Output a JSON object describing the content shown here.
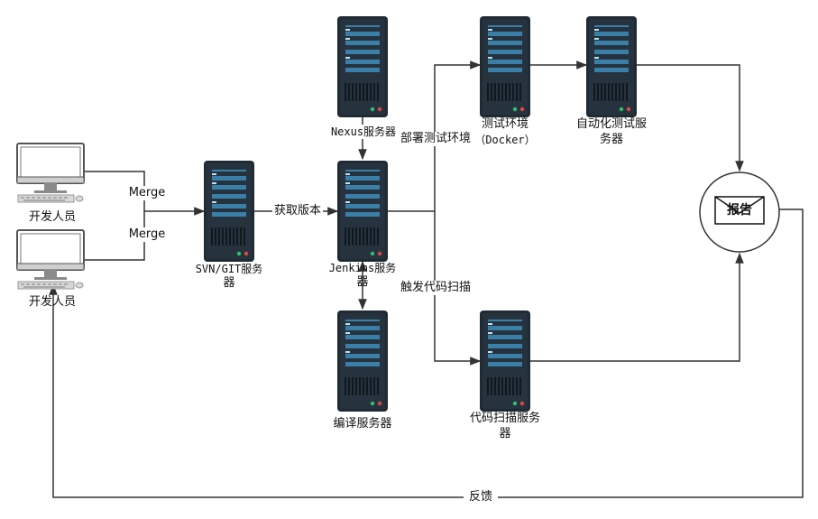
{
  "nodes": {
    "dev_top_label": "开发人员",
    "dev_bottom_label": "开发人员",
    "svn_label_line1": "SVN/GIT服务",
    "svn_label_line2": "器",
    "nexus_label": "Nexus服务器",
    "jenkins_label_line1": "Jenkins服务",
    "jenkins_label_line2": "器",
    "compile_label": "编译服务器",
    "test_env_label_line1": "测试环境",
    "test_env_label_line2": "（Docker）",
    "autotest_label_line1": "自动化测试服",
    "autotest_label_line2": "务器",
    "scan_label_line1": "代码扫描服务",
    "scan_label_line2": "器",
    "report_label": "报告"
  },
  "edges": {
    "merge_top": "Merge",
    "merge_bottom": "Merge",
    "get_version": "获取版本",
    "deploy_test_env": "部署测试环境",
    "trigger_scan": "触发代码扫描",
    "feedback": "反馈"
  },
  "colors": {
    "server_body": "#1f2a33",
    "server_stripe": "#3a7fa8",
    "server_led_green": "#2fbf71",
    "server_led_red": "#e0454b",
    "line": "#333333"
  }
}
